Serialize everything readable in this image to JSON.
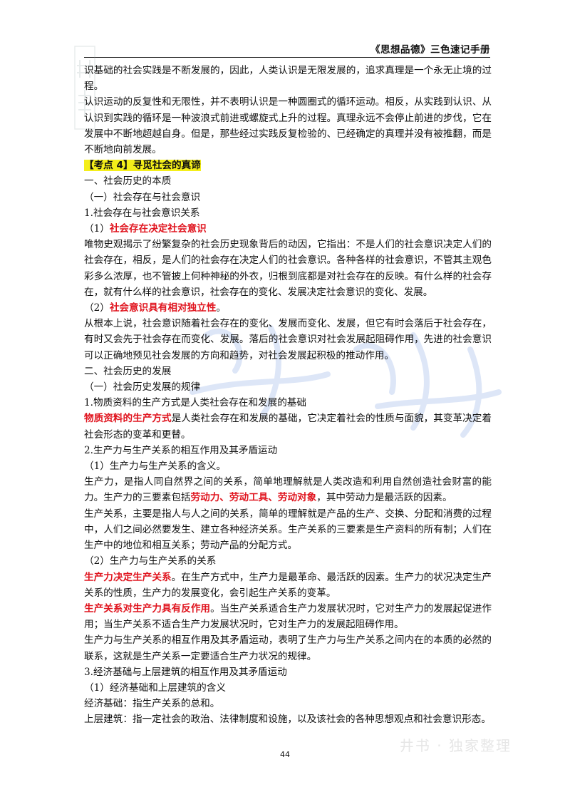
{
  "header": {
    "title": "《思想品德》三色速记手册"
  },
  "watermark": {
    "footer_text": "井书 · 独家整理",
    "color": "#e6e6e6"
  },
  "colors": {
    "red": "#e0141e",
    "highlight": "#f4ee1a"
  },
  "paragraphs": {
    "p1": "识基础的社会实践是不断发展的，因此，人类认识是无限发展的，追求真理是一个永无止境的过程。",
    "p2": "认识运动的反复性和无限性，并不表明认识是一种圆圈式的循环运动。相反，从实践到认识、从认识到实践的循环是一种波浪式前进或螺旋式上升的过程。真理永远不会停止前进的步伐，它在发展中不断地超越自身。但是，那些经过实践反复检验的、已经确定的真理并没有被推翻，而是不断地向前发展。",
    "kp_heading": "【考点 4】寻觅社会的真谛",
    "s1": "一、社会历史的本质",
    "s1_1": "（一）社会存在与社会意识",
    "s1_1_1": "1.社会存在与社会意识关系",
    "item1_num": "（1）",
    "item1_red": "社会存在决定社会意识",
    "p3": "唯物史观揭示了纷繁复杂的社会历史现象背后的动因，它指出：不是人们的社会意识决定人们的社会存在，相反，是人们的社会存在决定人们的社会意识。各种各样的社会意识，不管其主观色彩多么浓厚，也不管披上何种神秘的外衣，归根到底都是对社会存在的反映。有什么样的社会存在，就有什么样的社会意识，社会存在的变化、发展决定社会意识的变化、发展。",
    "item2_num": "（2）",
    "item2_red": "社会意识具有相对独立性",
    "item2_tail": "。",
    "p4": "从根本上说，社会意识随着社会存在的变化、发展而变化、发展，但它有时会落后于社会存在，有时又会先于社会存在而变化、发展。落后的社会意识对社会发展起阻碍作用，先进的社会意识可以正确地预见社会发展的方向和趋势，对社会发展起积极的推动作用。",
    "s2": "二、社会历史的发展",
    "s2_1": "（一）社会历史发展的规律",
    "s2_1_1": "1.物质资料的生产方式是人类社会存在和发展的基础",
    "p5_red": "物质资料的生产方式",
    "p5_rest": "是人类社会存在和发展的基础，它决定着社会的性质与面貌，其变革决定着社会形态的变革和更替。",
    "s2_1_2": "2.生产力与生产关系的相互作用及其矛盾运动",
    "s2_1_2_1": "（1）生产力与生产关系的含义。",
    "p6_a": "生产力，是指人同自然界之间的关系，简单地理解就是人类改造和利用自然创造社会财富的能力。生产力的三要素包括",
    "p6_red": "劳动力、劳动工具、劳动对象",
    "p6_b": "，其中劳动力是最活跃的因素。",
    "p7": "生产关系，主要是指人与人之间的关系，简单的理解就是产品的生产、交换、分配和消费的过程中，人们之间必然要发生、建立各种经济关系。生产关系的三要素是生产资料的所有制；人们在生产中的地位和相互关系；劳动产品的分配方式。",
    "s2_1_2_2": "（2）生产力与生产关系的关系",
    "p8_red": "生产力决定生产关系",
    "p8_rest": "。在生产方式中，生产力是最革命、最活跃的因素。生产力的状况决定生产关系的性质，生产力的发展变化，会引起生产关系的变革。",
    "p9_red": "生产关系对生产力具有反作用",
    "p9_rest": "。当生产关系适合生产力发展状况时，它对生产力的发展起促进作用；当生产关系不适合生产力发展状况时，它对生产力的发展起阻碍作用。",
    "p10": "生产力与生产关系的相互作用及其矛盾运动，表明了生产力与生产关系之间内在的本质的必然的联系，这就是生产关系一定要适合生产力状况的规律。",
    "s2_1_3": "3.经济基础与上层建筑的相互作用及其矛盾运动",
    "s2_1_3_1": "（1）经济基础和上层建筑的含义",
    "p11": "经济基础：指生产关系的总和。",
    "p12": "上层建筑：指一定社会的政治、法律制度和设施，以及该社会的各种思想观点和社会意识形态。"
  },
  "page_number": "44"
}
